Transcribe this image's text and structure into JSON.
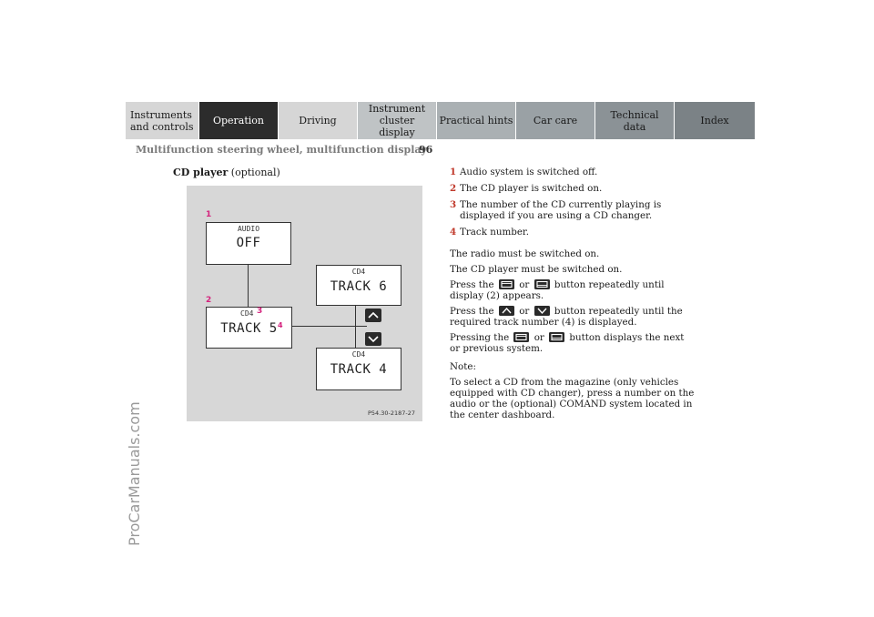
{
  "nav": {
    "tabs": [
      {
        "label": "Instruments and controls",
        "bg": "#d6d6d6",
        "active": false
      },
      {
        "label": "Operation",
        "bg": "#2c2c2c",
        "active": true
      },
      {
        "label": "Driving",
        "bg": "#d6d6d6",
        "active": false
      },
      {
        "label": "Instrument cluster display",
        "bg": "#bfc3c5",
        "active": false
      },
      {
        "label": "Practical hints",
        "bg": "#aab0b3",
        "active": false
      },
      {
        "label": "Car care",
        "bg": "#9aa1a5",
        "active": false
      },
      {
        "label": "Technical data",
        "bg": "#8b9296",
        "active": false
      },
      {
        "label": "Index",
        "bg": "#7b8286",
        "active": false
      }
    ]
  },
  "header": {
    "title": "Multifunction steering wheel, multifunction display",
    "page_number": "96"
  },
  "sidebar_watermark": "ProCarManuals.com",
  "section": {
    "title_bold": "CD player",
    "title_rest": " (optional)"
  },
  "figure": {
    "displays": {
      "audio": {
        "small": "AUDIO",
        "large": "OFF"
      },
      "next": {
        "small": "CD4",
        "large": "TRACK 6"
      },
      "current": {
        "small": "CD4",
        "large": "TRACK 5"
      },
      "prev": {
        "small": "CD4",
        "large": "TRACK 4"
      }
    },
    "callouts": [
      "1",
      "2",
      "3",
      "4"
    ],
    "code": "P54.30-2187-27",
    "callout_color": "#d4237d"
  },
  "legend": [
    {
      "num": "1",
      "text": "Audio system is switched off."
    },
    {
      "num": "2",
      "text": "The CD player is switched on."
    },
    {
      "num": "3",
      "text": "The number of the CD currently playing is displayed if you are using a CD changer."
    },
    {
      "num": "4",
      "text": "Track number."
    }
  ],
  "body": {
    "p1": "The radio must be switched on.",
    "p2": "The CD player must be switched on.",
    "p3_a": "Press the",
    "p3_or": "or",
    "p3_b": "button repeatedly until display (2) appears.",
    "p4_a": "Press the",
    "p4_or": "or",
    "p4_b": "button repeatedly until the required track number (4) is displayed.",
    "p5_a": "Pressing the",
    "p5_or": "or",
    "p5_b": "button displays the next or previous system.",
    "note_label": "Note:",
    "note_text": "To select a CD from the magazine (only vehicles equipped with CD changer), press a number on the audio or the (optional) COMAND system located in the center dashboard."
  },
  "icons": {
    "system_button": "display-page-button-icon",
    "up_button": "chevron-up-button-icon",
    "down_button": "chevron-down-button-icon"
  }
}
